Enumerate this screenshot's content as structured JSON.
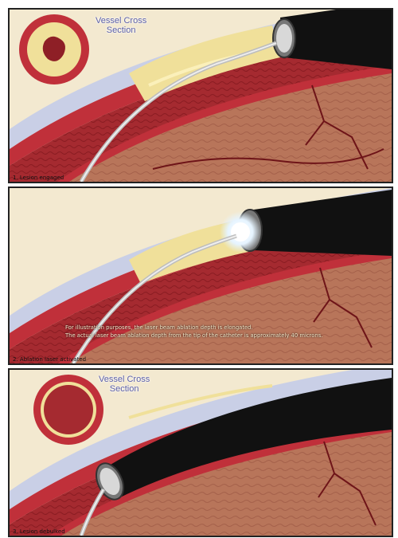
{
  "panels": [
    {
      "caption": "1. Lesion engaged",
      "cross_section_label_1": "Vessel Cross",
      "cross_section_label_2": "Section"
    },
    {
      "caption": "2. Ablation laser activated",
      "note_line_1": "For illustration purposes, the laser beam ablation depth is elongated.",
      "note_line_2": "The actual laser beam ablation depth from the tip of the catheter is approximately 40 microns."
    },
    {
      "caption": "3. Lesion debulked",
      "cross_section_label_1": "Vessel Cross",
      "cross_section_label_2": "Section"
    }
  ],
  "colors": {
    "outer_wall": "#c0303a",
    "lumen": "#8e1f26",
    "tissue": "#b8755a",
    "plaque": "#f0e09a",
    "catheter": "#111111",
    "background": "#f3e9d0",
    "blue_band": "#c9cfe6"
  },
  "icons": [
    "vessel-cross-section-icon",
    "catheter-icon",
    "guidewire-icon",
    "laser-tip-icon"
  ]
}
